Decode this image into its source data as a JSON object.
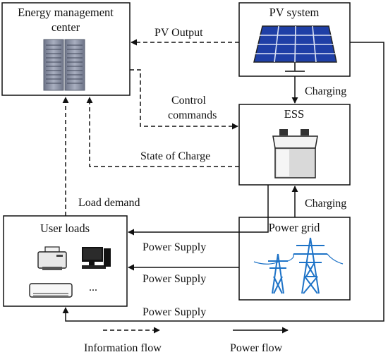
{
  "nodes": {
    "emc": {
      "title_line1": "Energy management",
      "title_line2": "center"
    },
    "pv": {
      "title": "PV system"
    },
    "ess": {
      "title": "ESS"
    },
    "user": {
      "title": "User loads",
      "ellipsis": "..."
    },
    "grid": {
      "title": "Power grid"
    }
  },
  "edges": {
    "pv_output": "PV Output",
    "control_line1": "Control",
    "control_line2": "commands",
    "state_of_charge": "State of Charge",
    "load_demand": "Load demand",
    "charging_pv": "Charging",
    "charging_grid": "Charging",
    "supply_ess": "Power Supply",
    "supply_grid": "Power Supply",
    "supply_pv": "Power Supply"
  },
  "legend": {
    "information_flow": "Information flow",
    "power_flow": "Power flow"
  },
  "colors": {
    "ink": "#111111",
    "solar_panel": "#1f3fa6",
    "tower": "#1e73c7",
    "server": "#8c93a6"
  }
}
